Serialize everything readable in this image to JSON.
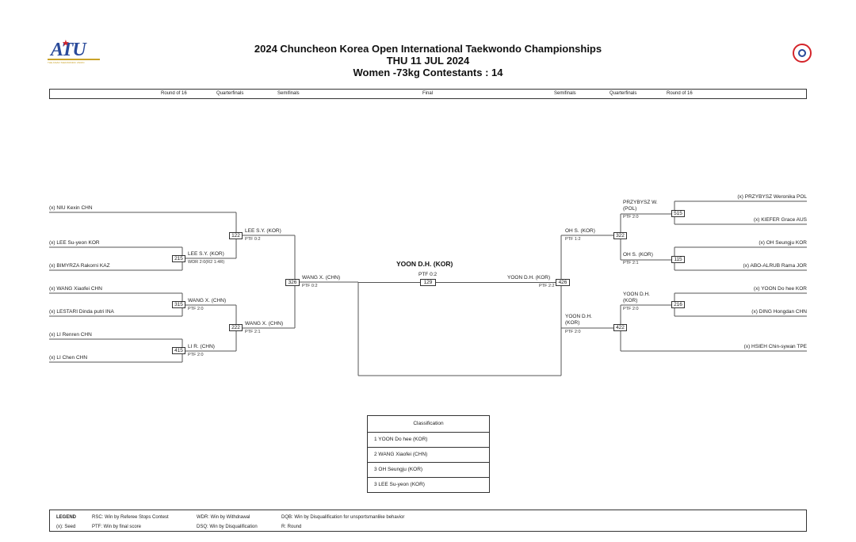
{
  "header": {
    "logo_text": "ATU",
    "logo_sub": "THE ASIAN TAEKWONDO UNION",
    "title": "2024 Chuncheon Korea Open International Taekwondo Championships",
    "date": "THU 11 JUL 2024",
    "category": "Women -73kg Contestants : 14"
  },
  "rounds": {
    "left": [
      "Round of 16",
      "Quarterfinals",
      "Semifinals"
    ],
    "center": "Final",
    "right": [
      "Semifinals",
      "Quarterfinals",
      "Round of 16"
    ]
  },
  "left": {
    "r16": [
      "(x) NIU Kexin CHN",
      "(x) LEE Su-yeon KOR",
      "(x) BIMYRZA Rakorni KAZ",
      "(x) WANG Xiaofei CHN",
      "(x) LESTARI Dinda putri INA",
      "(x) LI Renren CHN",
      "(x) LI Chen CHN"
    ],
    "qf": [
      {
        "match": "215",
        "winner": "LEE S.Y. (KOR)",
        "score": "WDR 2:0(R2 1:4R)"
      },
      {
        "match": "315",
        "winner": "WANG X. (CHN)",
        "score": "PTF 2:0"
      },
      {
        "match": "415",
        "winner": "LI R. (CHN)",
        "score": "PTF 2:0"
      }
    ],
    "sf": [
      {
        "match": "122",
        "winner": "LEE S.Y. (KOR)",
        "score": "PTF 0:2"
      },
      {
        "match": "222",
        "winner": "WANG X. (CHN)",
        "score": "PTF 2:1"
      }
    ],
    "final_side": {
      "match": "326",
      "winner": "WANG X. (CHN)",
      "score": "PTF 0:2"
    }
  },
  "right": {
    "r16": [
      "(x) PRZYBYSZ Weronika POL",
      "(x) KIEFER Grace AUS",
      "(x) OH Seungju KOR",
      "(x) ABO-ALRUB Rama JOR",
      "(x) YOON Do hee KOR",
      "(x) DING Hongdan CHN",
      "(x) HSIEH Chin-sywan TPE"
    ],
    "qf": [
      {
        "match": "515",
        "winner_line1": "PRZYBYSZ W.",
        "winner_line2": "(POL)",
        "score": "PTF 2:0"
      },
      {
        "match": "115",
        "winner_line1": "OH S. (KOR)",
        "score": "PTF 2:1"
      },
      {
        "match": "216",
        "winner_line1": "YOON D.H.",
        "winner_line2": "(KOR)",
        "score": "PTF 2:0"
      }
    ],
    "sf": [
      {
        "match": "322",
        "winner": "OH S. (KOR)",
        "score": "PTF 1:2"
      },
      {
        "match": "422",
        "winner_line1": "YOON D.H.",
        "winner_line2": "(KOR)",
        "score": "PTF 2:0"
      }
    ],
    "final_side": {
      "match": "426",
      "winner": "YOON D.H. (KOR)",
      "score": "PTF 2:2"
    }
  },
  "final": {
    "champion": "YOON D.H. (KOR)",
    "score": "PTF 0:2",
    "match": "129"
  },
  "classification": {
    "title": "Classification",
    "rows": [
      "1  YOON Do hee (KOR)",
      "2  WANG Xiaofei (CHN)",
      "3  OH Seungju (KOR)",
      "3  LEE Su-yeon (KOR)"
    ]
  },
  "legend": {
    "label": "LEGEND",
    "seed": "(x): Seed",
    "rsc": "RSC: Win by Referee Stops Contest",
    "ptf": "PTF: Win by final score",
    "wdr": "WDR: Win by Withdrawal",
    "dsq": "DSQ: Win by Disqualification",
    "dqb": "DQB: Win by Disqualification for unsportsmanlike behavior",
    "round": "R: Round"
  },
  "colors": {
    "logo_red": "#d4242a",
    "logo_blue": "#2a4a9a",
    "logo_gold": "#c9a227",
    "line": "#555555"
  }
}
